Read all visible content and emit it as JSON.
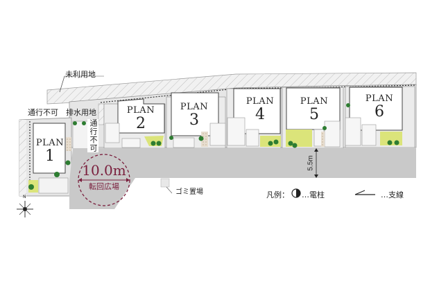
{
  "site_plan": {
    "adjacent_labels": {
      "unused_land": "未利用地",
      "drainage_land": "排水用地",
      "no_passage_left": "通行不可",
      "no_passage_vertical": "通行不可",
      "garbage_area": "ゴミ置場"
    },
    "plots": [
      {
        "id": "plan-1",
        "prefix": "PLAN",
        "number": "1"
      },
      {
        "id": "plan-2",
        "prefix": "PLAN",
        "number": "2"
      },
      {
        "id": "plan-3",
        "prefix": "PLAN",
        "number": "3"
      },
      {
        "id": "plan-4",
        "prefix": "PLAN",
        "number": "4"
      },
      {
        "id": "plan-5",
        "prefix": "PLAN",
        "number": "5"
      },
      {
        "id": "plan-6",
        "prefix": "PLAN",
        "number": "6"
      }
    ],
    "turnaround": {
      "diameter": "10.0m",
      "label": "転回広場"
    },
    "road_width": "5.5m",
    "compass": {
      "north_label": "N"
    },
    "legend": {
      "title": "凡例：",
      "utility_pole": "…電柱",
      "guy_wire": "…支線"
    },
    "colors": {
      "road": "#c9c9c9",
      "lawn": "#dbe47a",
      "tree": "#2e7d32",
      "building": "#ffffff",
      "outline": "#555555",
      "turnaround_accent": "#7a1f3d",
      "hatch": "#e9e9e9"
    }
  }
}
